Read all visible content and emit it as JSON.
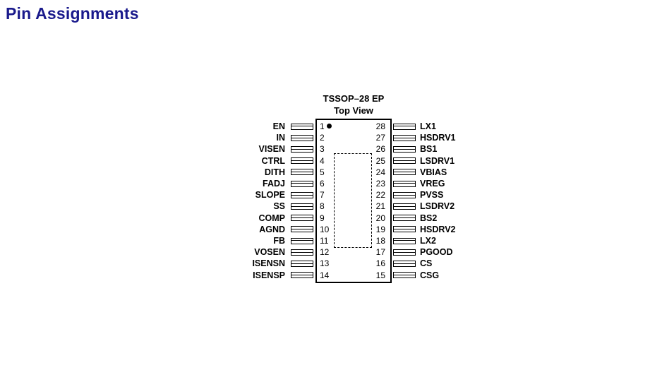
{
  "page": {
    "title": "Pin Assignments"
  },
  "package": {
    "name": "TSSOP–28 EP",
    "view": "Top View"
  },
  "colors": {
    "heading": "#1a1a8c",
    "line": "#000000"
  },
  "pins": {
    "left": [
      {
        "num": "1",
        "label": "EN"
      },
      {
        "num": "2",
        "label": "IN"
      },
      {
        "num": "3",
        "label": "VISEN"
      },
      {
        "num": "4",
        "label": "CTRL"
      },
      {
        "num": "5",
        "label": "DITH"
      },
      {
        "num": "6",
        "label": "FADJ"
      },
      {
        "num": "7",
        "label": "SLOPE"
      },
      {
        "num": "8",
        "label": "SS"
      },
      {
        "num": "9",
        "label": "COMP"
      },
      {
        "num": "10",
        "label": "AGND"
      },
      {
        "num": "11",
        "label": "FB"
      },
      {
        "num": "12",
        "label": "VOSEN"
      },
      {
        "num": "13",
        "label": "ISENSN"
      },
      {
        "num": "14",
        "label": "ISENSP"
      }
    ],
    "right": [
      {
        "num": "28",
        "label": "LX1"
      },
      {
        "num": "27",
        "label": "HSDRV1"
      },
      {
        "num": "26",
        "label": "BS1"
      },
      {
        "num": "25",
        "label": "LSDRV1"
      },
      {
        "num": "24",
        "label": "VBIAS"
      },
      {
        "num": "23",
        "label": "VREG"
      },
      {
        "num": "22",
        "label": "PVSS"
      },
      {
        "num": "21",
        "label": "LSDRV2"
      },
      {
        "num": "20",
        "label": "BS2"
      },
      {
        "num": "19",
        "label": "HSDRV2"
      },
      {
        "num": "18",
        "label": "LX2"
      },
      {
        "num": "17",
        "label": "PGOOD"
      },
      {
        "num": "16",
        "label": "CS"
      },
      {
        "num": "15",
        "label": "CSG"
      }
    ]
  }
}
